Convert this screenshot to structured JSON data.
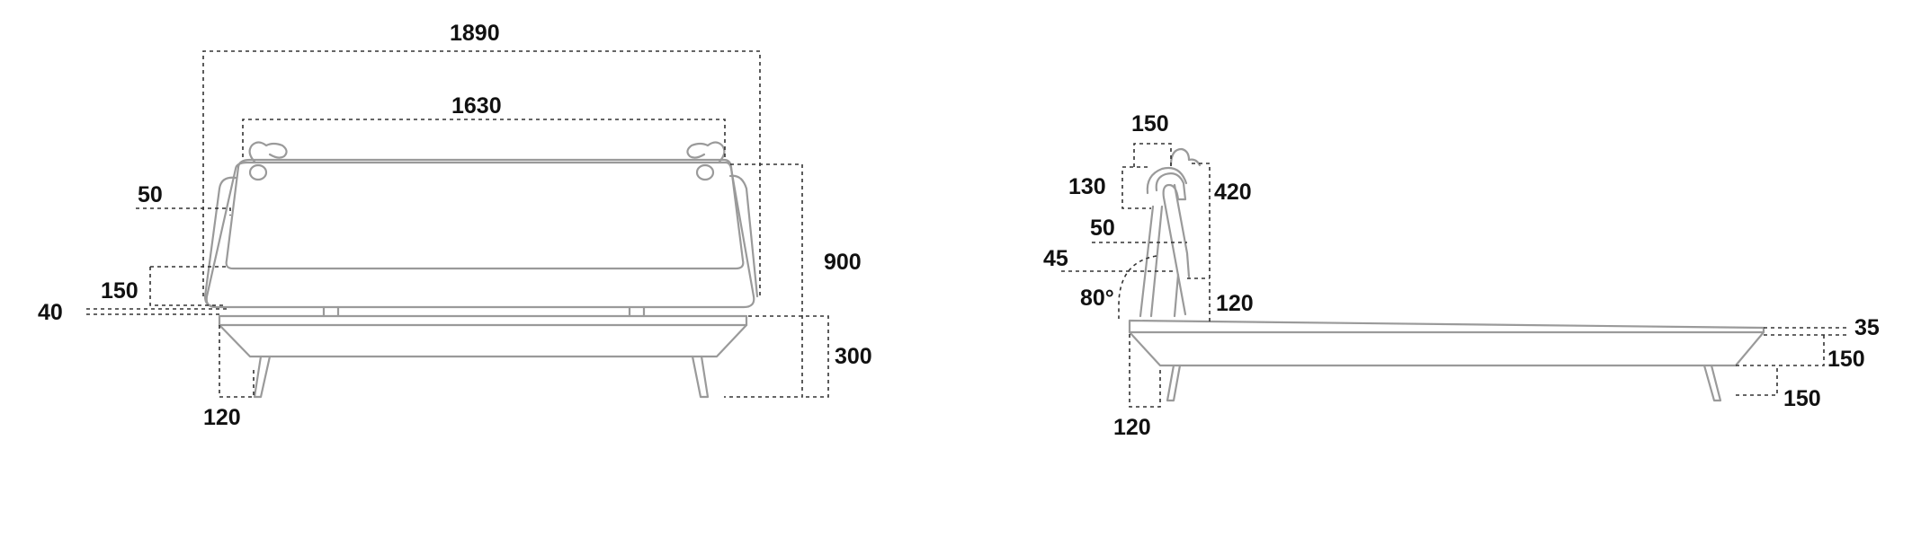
{
  "front_view": {
    "labels": {
      "width_total": "1890",
      "width_headboard": "1630",
      "headboard_thickness": "50",
      "headboard_gap": "150",
      "mattress_offset": "40",
      "total_height": "900",
      "frame_height": "300",
      "leg_offset": "120"
    }
  },
  "side_view": {
    "labels": {
      "headboard_depth": "150",
      "top_offset": "130",
      "headboard_height": "420",
      "panel_thickness": "50",
      "lower_offset": "45",
      "angle": "80°",
      "lower_height": "120",
      "mattress_thickness": "35",
      "frame_depth": "150",
      "leg_height": "150",
      "leg_offset": "120"
    }
  },
  "colors": {
    "outline": "#9a9a9a",
    "dimension_line": "#333333",
    "label": "#111111"
  }
}
